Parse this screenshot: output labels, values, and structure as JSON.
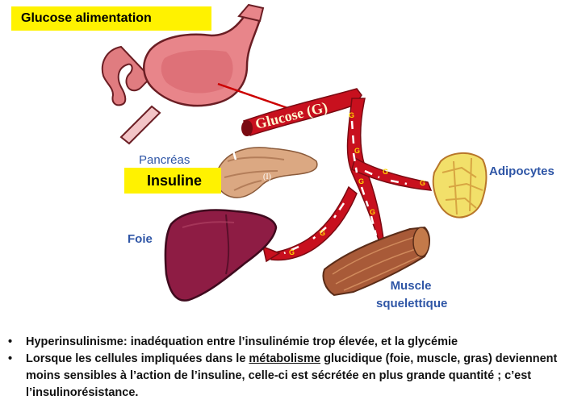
{
  "diagram": {
    "title_box": "Glucose alimentation",
    "glucose_label": "Glucose (G)",
    "pancreas_label": "Pancréas",
    "insulin_box": "Insuline",
    "adipocytes_label": "Adipocytes",
    "liver_label": "Foie",
    "muscle_label_line1": "Muscle",
    "muscle_label_line2": "squelettique",
    "glucose_marker": "G",
    "insulin_marker": "(I)"
  },
  "bullets": {
    "symbol": "•",
    "item1": "Hyperinsulinisme: inadéquation entre l’insulinémie trop élevée, et la glycémie",
    "item2_before": "Lorsque les cellules impliquées dans le ",
    "item2_underlined": "métabolisme",
    "item2_after": " glucidique (foie, muscle, gras) deviennent moins sensibles à l’action de l’insuline, celle-ci est sécrétée en plus grande quantité ; c’est l’insulinorésistance."
  },
  "colors": {
    "highlight": "#fff200",
    "label_blue": "#2f56a6",
    "vessel_red": "#c8101e",
    "arrow_red": "#cc0000",
    "liver": "#8e1c44",
    "stomach": "#e8858a",
    "pancreas": "#dba882",
    "adipose": "#f2e06a",
    "muscle": "#a85a38"
  }
}
